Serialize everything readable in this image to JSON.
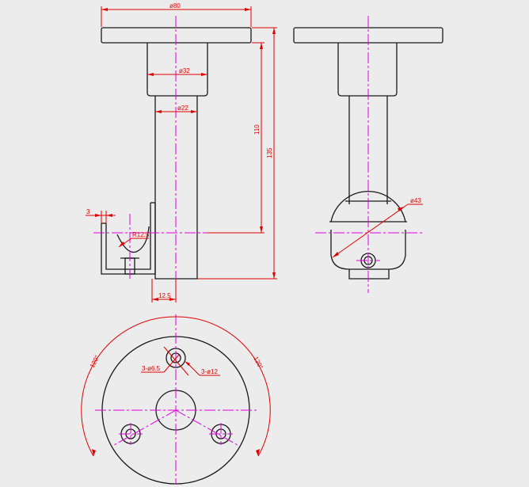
{
  "drawing": {
    "dimensions": {
      "flange_dia": "ø80",
      "tube_dia_upper": "ø32",
      "tube_dia_lower": "ø22",
      "height_110": "110",
      "height_135": "135",
      "hook_thickness": "3",
      "hook_radius": "R12.5",
      "hook_offset": "12.5",
      "ball_dia": "ø43",
      "bolt_holes": "3-ø6.5",
      "counterbore": "3-ø12",
      "angle_left": "120°",
      "angle_right": "120°"
    },
    "colors": {
      "object": "#1a1a1a",
      "centerline": "#e000e0",
      "dimension": "#e00000",
      "background": "#ececec"
    }
  }
}
